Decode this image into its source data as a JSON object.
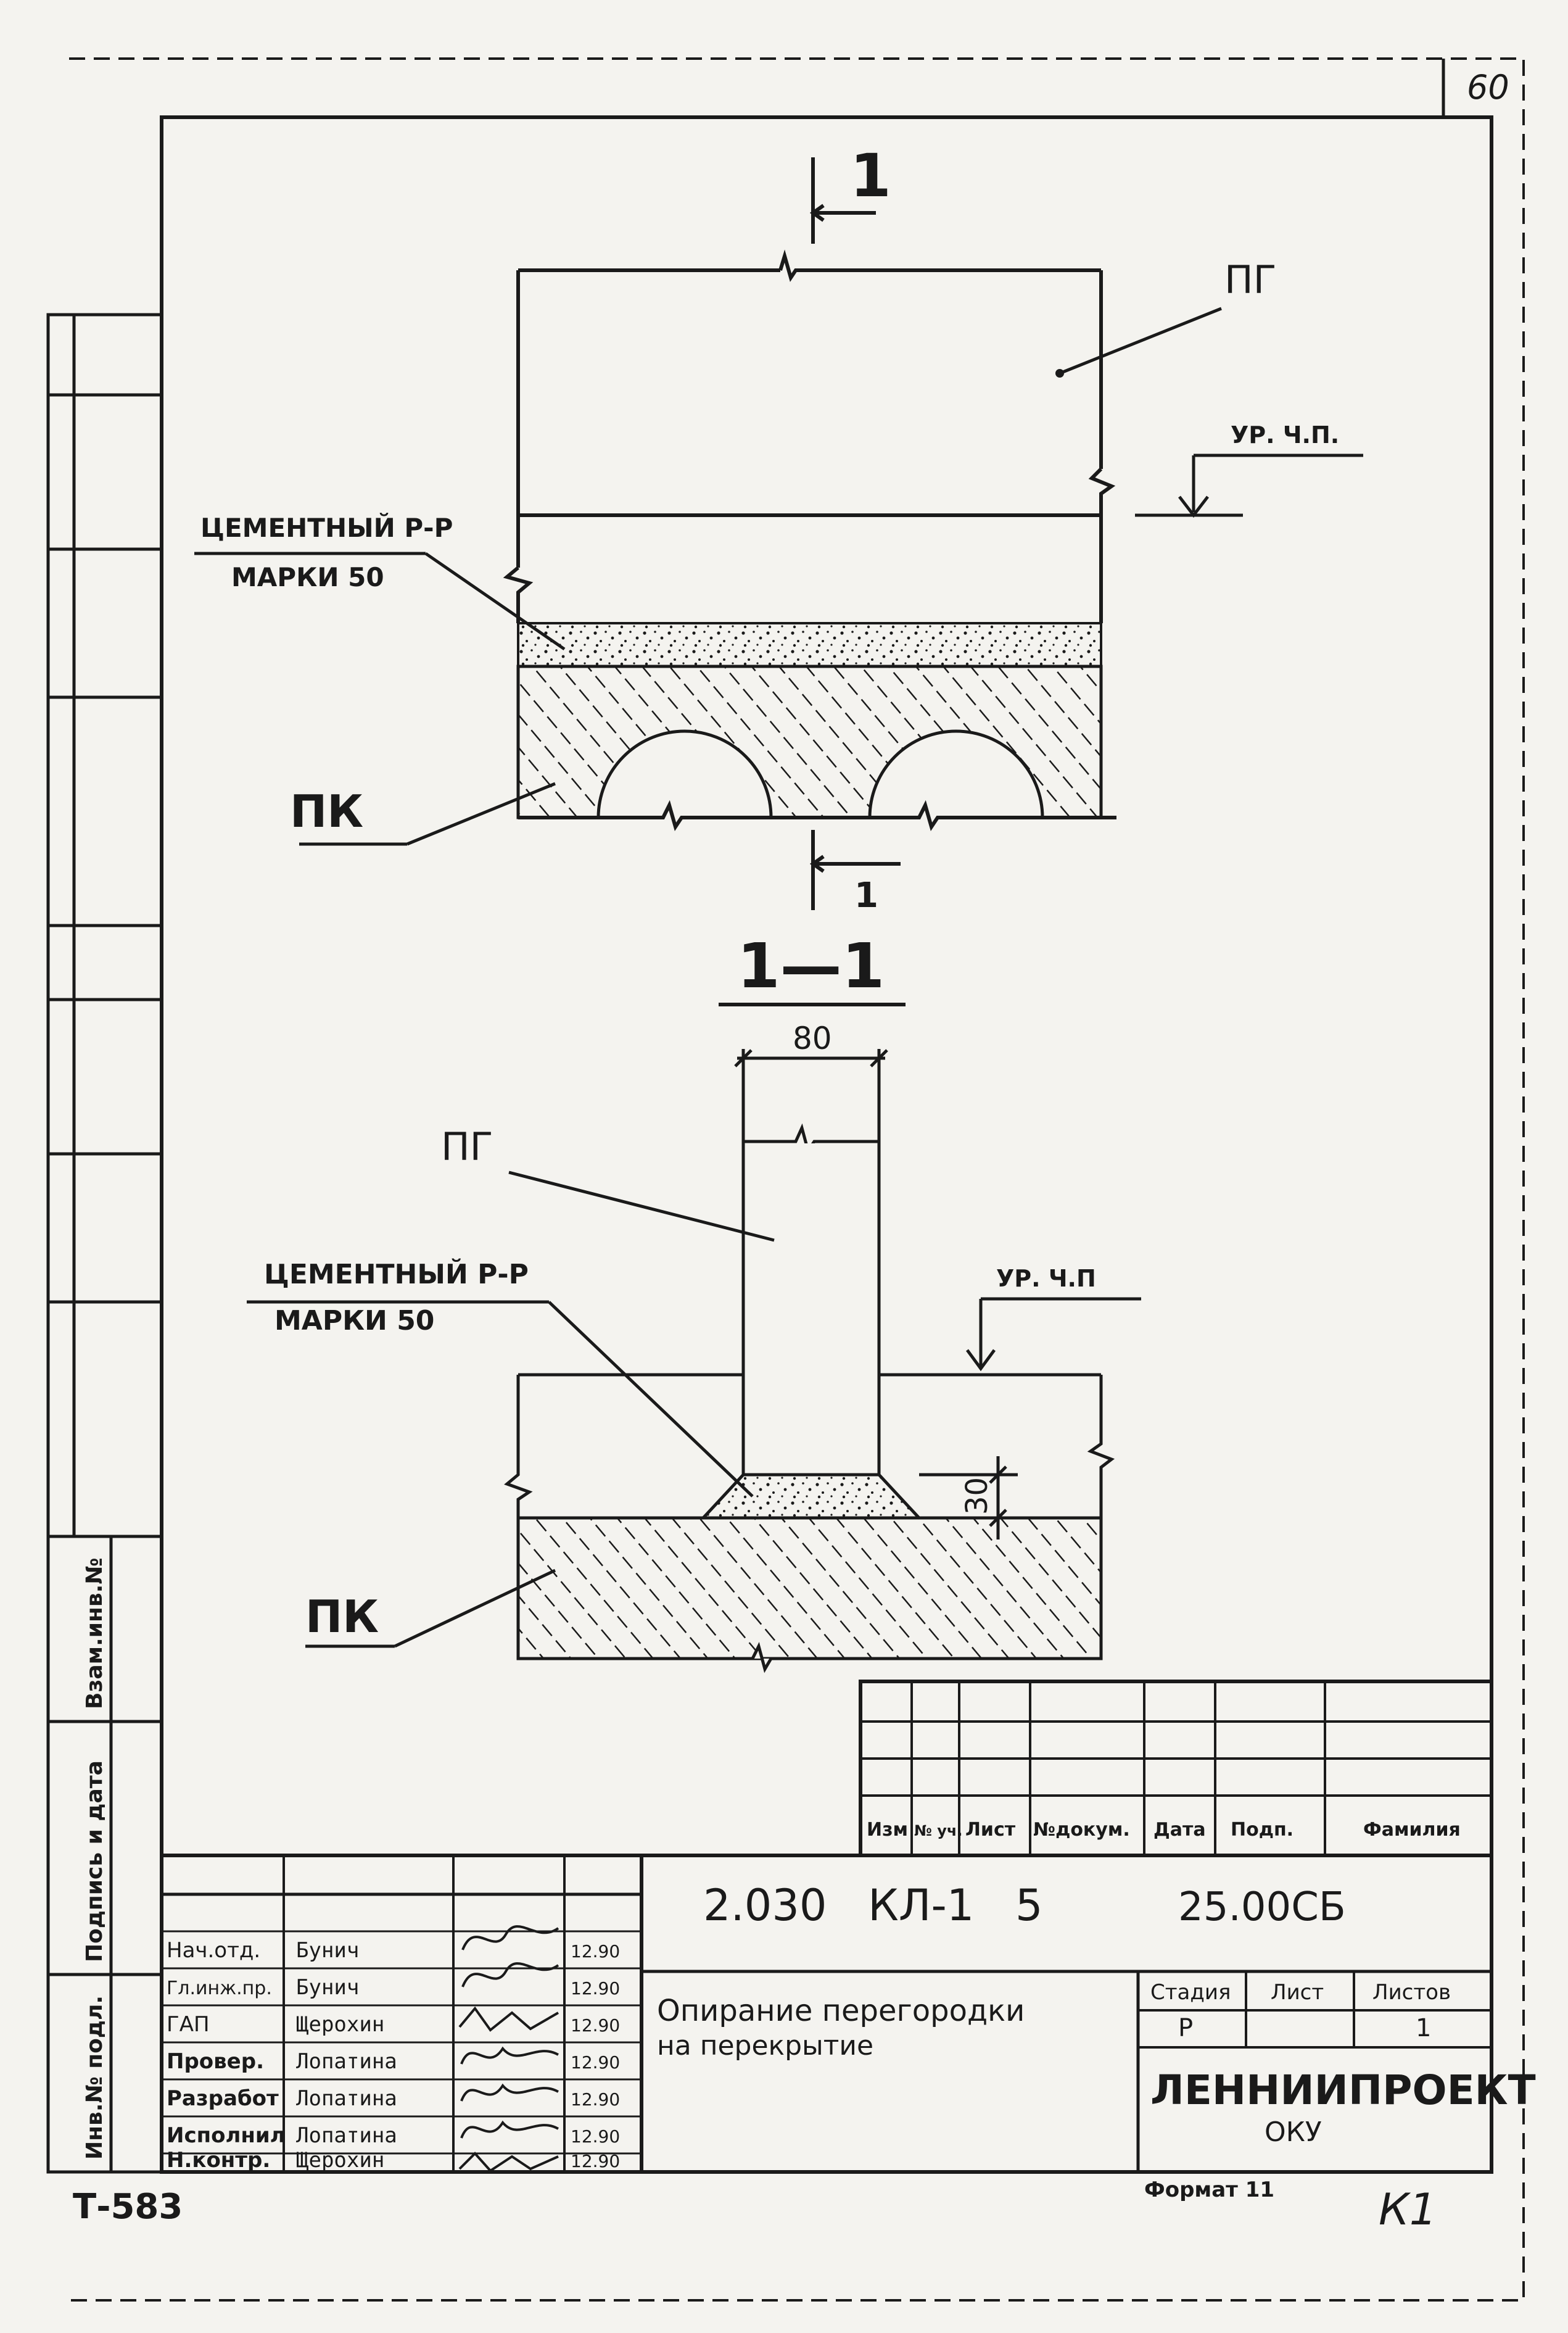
{
  "sheet": {
    "number": "60",
    "format_label": "Формат 11",
    "page_code": "Т-583",
    "corner_mark": "К1"
  },
  "side_stamp": {
    "inv_no": "Инв.№ подл.",
    "sign_date": "Подпись и дата",
    "replaces": "Взам.инв.№"
  },
  "drawing_top": {
    "section_mark": "1",
    "wall_label": "ПГ",
    "floor_level": "УР. Ч.П.",
    "mortar_label_1": "ЦЕМЕНТНЫЙ Р-Р",
    "mortar_label_2": "МАРКИ 50",
    "slab_label": "ПК"
  },
  "drawing_section": {
    "title": "1—1",
    "width_dim": "80",
    "wall_label": "ПГ",
    "mortar_label_1": "ЦЕМЕНТНЫЙ Р-Р",
    "mortar_label_2": "МАРКИ 50",
    "floor_level": "УР. Ч.П",
    "height_dim": "30",
    "slab_label": "ПК"
  },
  "revision_table": {
    "headers": [
      "Изм",
      "№ уч.",
      "Лист",
      "№докум.",
      "Дата",
      "Подп.",
      "Фамилия"
    ]
  },
  "title_block": {
    "doc_code": "2.030   КЛ-1   5",
    "doc_suffix": "25.00СБ",
    "title_line_1": "Опирание перегородки",
    "title_line_2": "на перекрытие",
    "stage_header": "Стадия",
    "sheet_header": "Лист",
    "sheets_header": "Листов",
    "stage": "Р",
    "sheet_no": "",
    "sheets_total": "1",
    "org_name": "ЛЕННИИПРОЕКТ",
    "org_dept": "ОКУ",
    "signatures": [
      {
        "role": "Нач.отд.",
        "name": "Бунич",
        "date": "12.90"
      },
      {
        "role": "Гл.инж.пр.",
        "name": "Бунич",
        "date": "12.90"
      },
      {
        "role": "ГАП",
        "name": "Щерохин",
        "date": "12.90"
      },
      {
        "role": "Провер.",
        "name": "Лопатина",
        "date": "12.90"
      },
      {
        "role": "Разработ",
        "name": "Лопатина",
        "date": "12.90"
      },
      {
        "role": "Исполнил",
        "name": "Лопатина",
        "date": "12.90"
      },
      {
        "role": "Н.контр.",
        "name": "Щерохин",
        "date": "12.90"
      }
    ]
  }
}
